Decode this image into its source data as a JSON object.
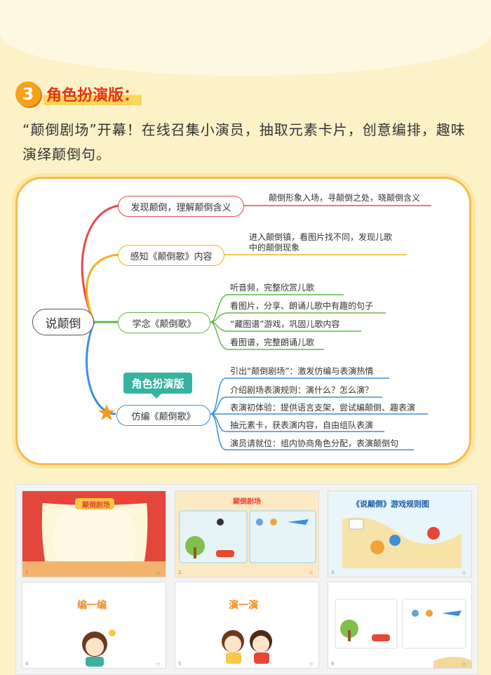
{
  "section": {
    "number": "3",
    "title": "角色扮演版："
  },
  "intro_text": "“颠倒剧场”开幕！在线召集小演员，抽取元素卡片，创意编排，趣味演绎颠倒句。",
  "mindmap": {
    "root": "说颠倒",
    "badge": "角色扮演版",
    "branches": [
      {
        "label": "发现颠倒，理解颠倒含义",
        "color": "#e8484e",
        "leaves": [
          "颠倒形象入场，寻颠倒之处，晓颠倒含义"
        ]
      },
      {
        "label": "感知《颠倒歌》内容",
        "color": "#f3b014",
        "leaves": [
          "进入颠倒镇，看图片找不同，发现儿歌",
          "中的颠倒现象"
        ]
      },
      {
        "label": "学念《颠倒歌》",
        "color": "#5fb946",
        "leaves": [
          "听音频，完整欣赏儿歌",
          "看图片，分享、朗诵儿歌中有趣的句子",
          "“藏图谱”游戏，巩固儿歌内容",
          "看图谱，完整朗诵儿歌"
        ]
      },
      {
        "label": "仿编《颠倒歌》",
        "color": "#3d8fd8",
        "leaves": [
          "引出“颠倒剧场”：激发仿编与表演热情",
          "介绍剧场表演规则：演什么？怎么演？",
          "表演初体验：提供语言支架，尝试编颠倒、趣表演",
          "抽元素卡，获表演内容，自由组队表演",
          "演员请就位：组内协商角色分配，表演颠倒句"
        ]
      }
    ]
  },
  "slides": [
    {
      "number": "1",
      "title": "颠倒剧场",
      "icon": "stage-curtain-icon"
    },
    {
      "number": "2",
      "title": "颠倒剧场",
      "icon": "picture-cards-icon"
    },
    {
      "number": "3",
      "title": "《说颠倒》游戏规则图",
      "icon": "rules-map-icon"
    },
    {
      "number": "4",
      "title": "编一编",
      "icon": "girl-thinking-icon"
    },
    {
      "number": "5",
      "title": "演一演",
      "icon": "kids-acting-icon"
    },
    {
      "number": "6",
      "title": "",
      "icon": "picture-cards-icon"
    }
  ]
}
